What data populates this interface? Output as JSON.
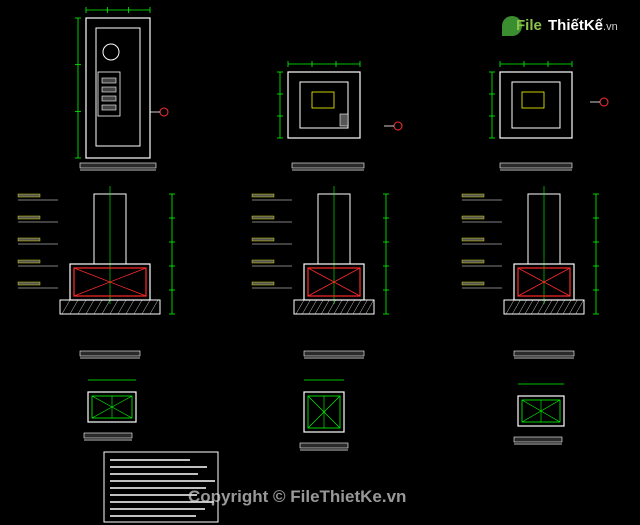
{
  "logo": {
    "file": "File",
    "brand": "ThiếtKế",
    "tld": ".vn"
  },
  "watermark": "Copyright © FileThietKe.vn",
  "colors": {
    "background": "#000000",
    "outline": "#ffffff",
    "dimension": "#00ff00",
    "reinforcement": "#ff2a2a",
    "label": "#ffff00",
    "hatch": "#ffffff",
    "marker": "#ff3030"
  }
}
